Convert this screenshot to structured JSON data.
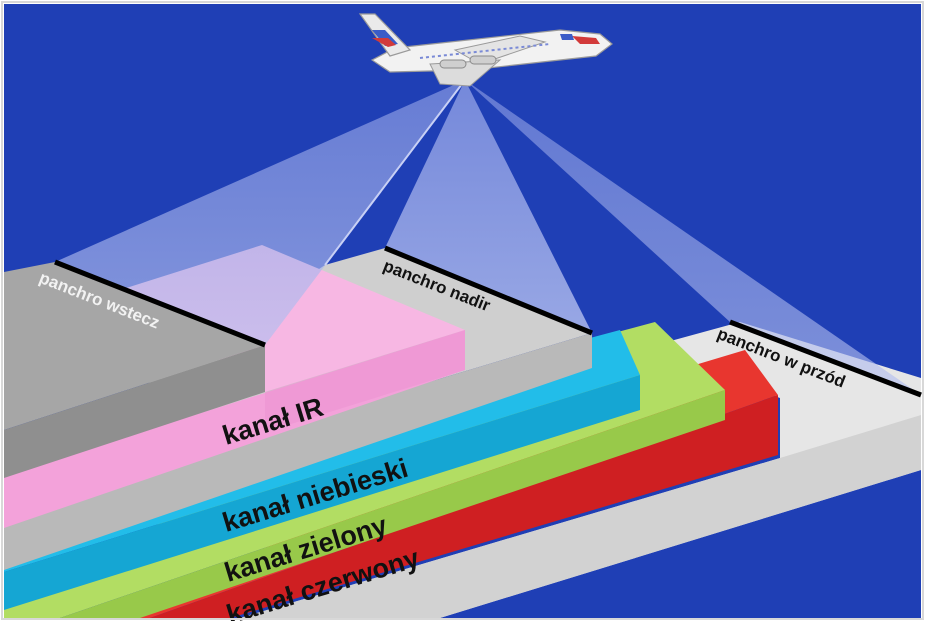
{
  "labels": {
    "panchro_wstecz": "panchro wstecz",
    "panchro_nadir": "panchro nadir",
    "panchro_w_przod": "panchro w przód",
    "kanal_ir": "kanał IR",
    "kanal_niebieski": "kanał niebieski",
    "kanal_zielony": "kanał zielony",
    "kanal_czerwony": "kanał czerwony"
  },
  "colors": {
    "sky": "#1f3fb5",
    "beam": "#a6b2ea",
    "panchro_strip": "#a7a7a7",
    "panchro_nadir_strip": "#c9c9c9",
    "panchro_front_strip": "#e4e4e4",
    "ir": "#f4a7dc",
    "blue": "#1fb9e8",
    "green": "#a8d85a",
    "red": "#e3272a"
  },
  "icons": {
    "aircraft": "airplane-icon"
  }
}
